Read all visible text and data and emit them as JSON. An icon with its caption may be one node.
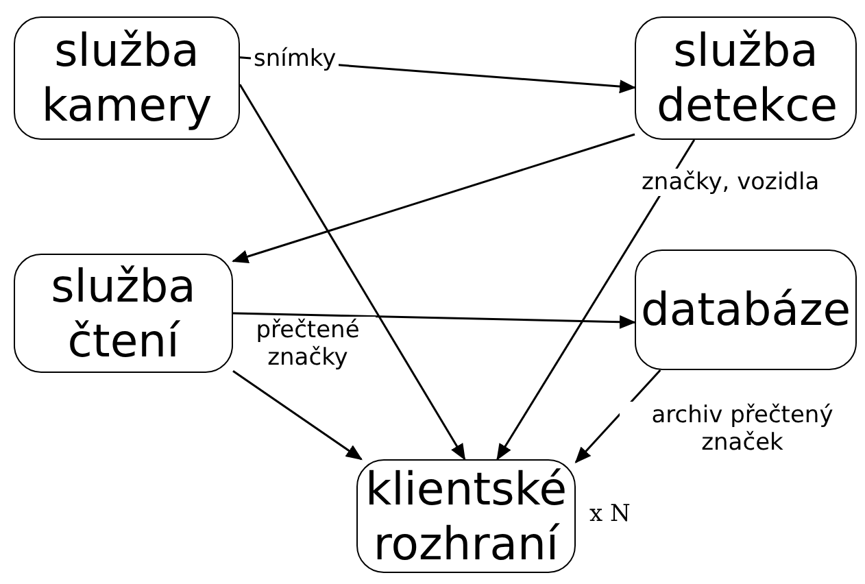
{
  "diagram": {
    "nodes": [
      {
        "text": [
          "služba kamery"
        ]
      },
      {
        "text": [
          "služba detekce"
        ]
      },
      {
        "text": [
          "služba čtení"
        ]
      },
      {
        "text": [
          "databáze"
        ]
      },
      {
        "text": [
          "klientské rozhraní"
        ],
        "beside": [
          "x N"
        ]
      }
    ],
    "edges": [
      {
        "from": 0,
        "to": 1,
        "arrow": "to",
        "label": "snímky"
      },
      {
        "from": 0,
        "to": 4,
        "arrow": "to"
      },
      {
        "from": 1,
        "to": 2,
        "arrow": "to"
      },
      {
        "from": 1,
        "to": 4,
        "arrow": "to",
        "label": "značky, vozidla"
      },
      {
        "from": 2,
        "to": 3,
        "arrow": "to",
        "label": "přečtené značky"
      },
      {
        "from": 2,
        "to": 4,
        "arrow": "to"
      },
      {
        "from": 3,
        "to": 4,
        "arrow": "to",
        "label": "archiv přečtený značek"
      }
    ]
  }
}
